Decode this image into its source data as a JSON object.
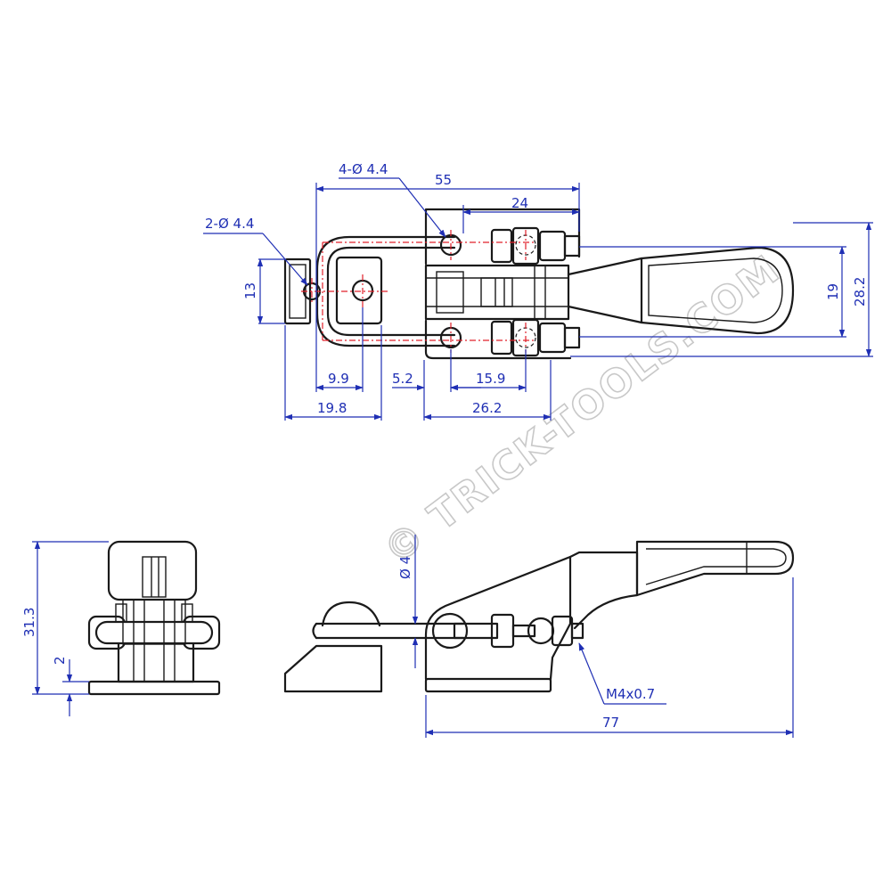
{
  "watermark": "© TRICK-TOOLS.COM",
  "top_view": {
    "labels": {
      "holes_clip": "2-Ø 4.4",
      "holes_base": "4-Ø 4.4",
      "d55": "55",
      "d24": "24",
      "d13": "13",
      "d19": "19",
      "d28_2": "28.2",
      "d9_9": "9.9",
      "d5_2": "5.2",
      "d15_9": "15.9",
      "d19_8": "19.8",
      "d26_2": "26.2"
    }
  },
  "front_view": {
    "labels": {
      "d31_3": "31.3",
      "d2": "2"
    }
  },
  "side_view": {
    "labels": {
      "d4": "Ø 4",
      "thread": "M4x0.7",
      "d77": "77"
    }
  },
  "colors": {
    "dimension": "#1f2fb4",
    "centerline": "#e0202a",
    "outline": "#1a1a1a"
  }
}
